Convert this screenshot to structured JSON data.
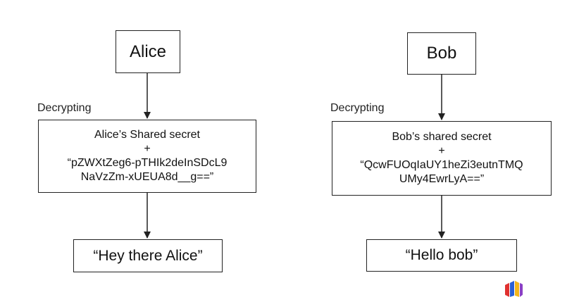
{
  "left": {
    "actor": "Alice",
    "step_label": "Decrypting",
    "secret_line1": "Alice’s Shared secret",
    "plus": "+",
    "secret_line2": "“pZWXtZeg6-pTHIk2deInSDcL9",
    "secret_line3": "NaVzZm-xUEUA8d__g==”",
    "result": "“Hey there Alice”"
  },
  "right": {
    "actor": "Bob",
    "step_label": "Decrypting",
    "secret_line1": "Bob’s shared secret",
    "plus": "+",
    "secret_line2": "“QcwFUOqIaUY1heZi3eutnTMQ",
    "secret_line3": "UMy4EwrLyA==”",
    "result": "“Hello bob”"
  },
  "colors": {
    "stroke": "#222222",
    "logo_red": "#e0312f",
    "logo_blue": "#2a5fd6",
    "logo_yellow": "#f2b51c",
    "logo_purple": "#8a3fc4"
  },
  "icons": {
    "watermark": "brand-logo-icon"
  }
}
